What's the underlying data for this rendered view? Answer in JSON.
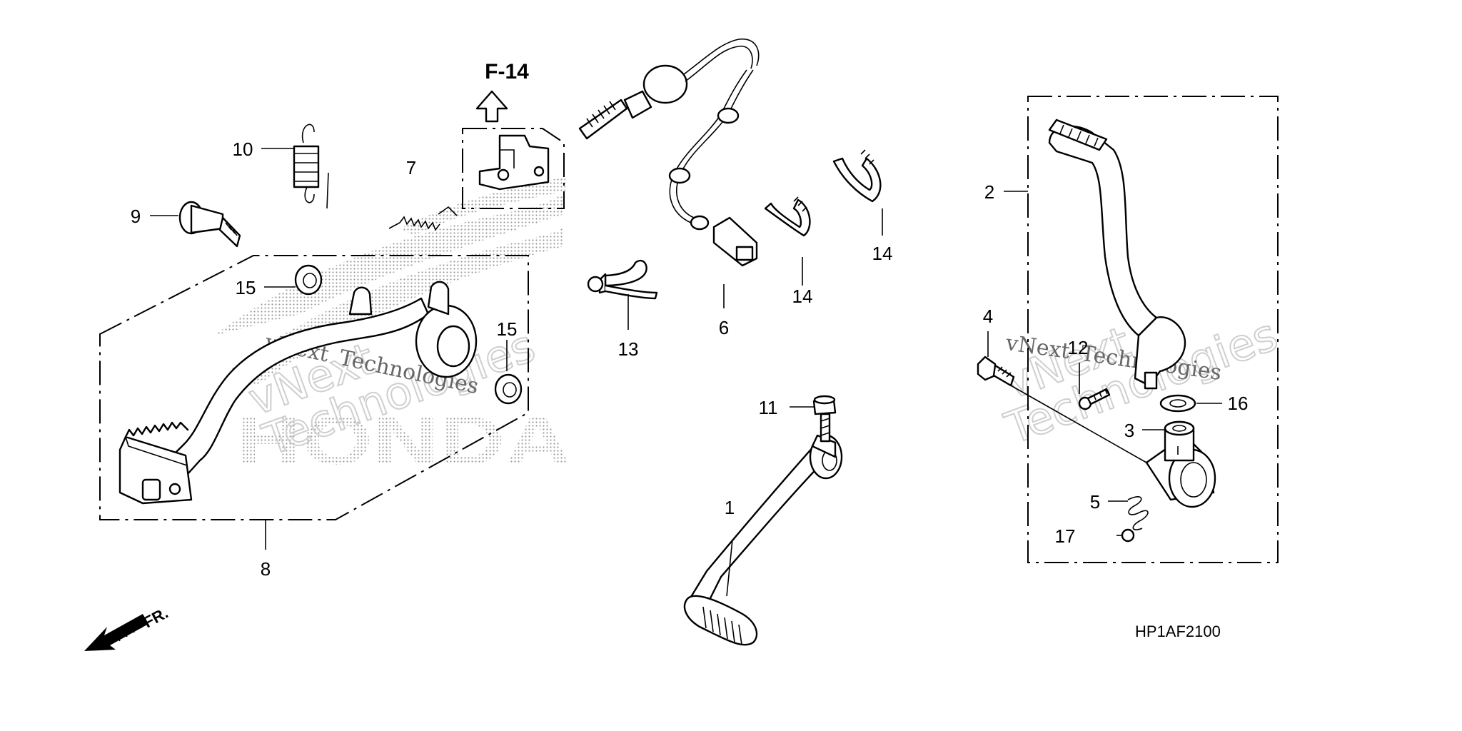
{
  "diagram": {
    "reference_label": "F-14",
    "drawing_code": "HP1AF2100",
    "front_indicator": "FR.",
    "watermark_brand": "HONDA",
    "watermark_text": [
      "vNext",
      "Technologies"
    ],
    "callouts": [
      "1",
      "2",
      "3",
      "4",
      "5",
      "6",
      "7",
      "8",
      "9",
      "10",
      "11",
      "12",
      "13",
      "14",
      "14",
      "15",
      "15",
      "16",
      "17"
    ]
  }
}
